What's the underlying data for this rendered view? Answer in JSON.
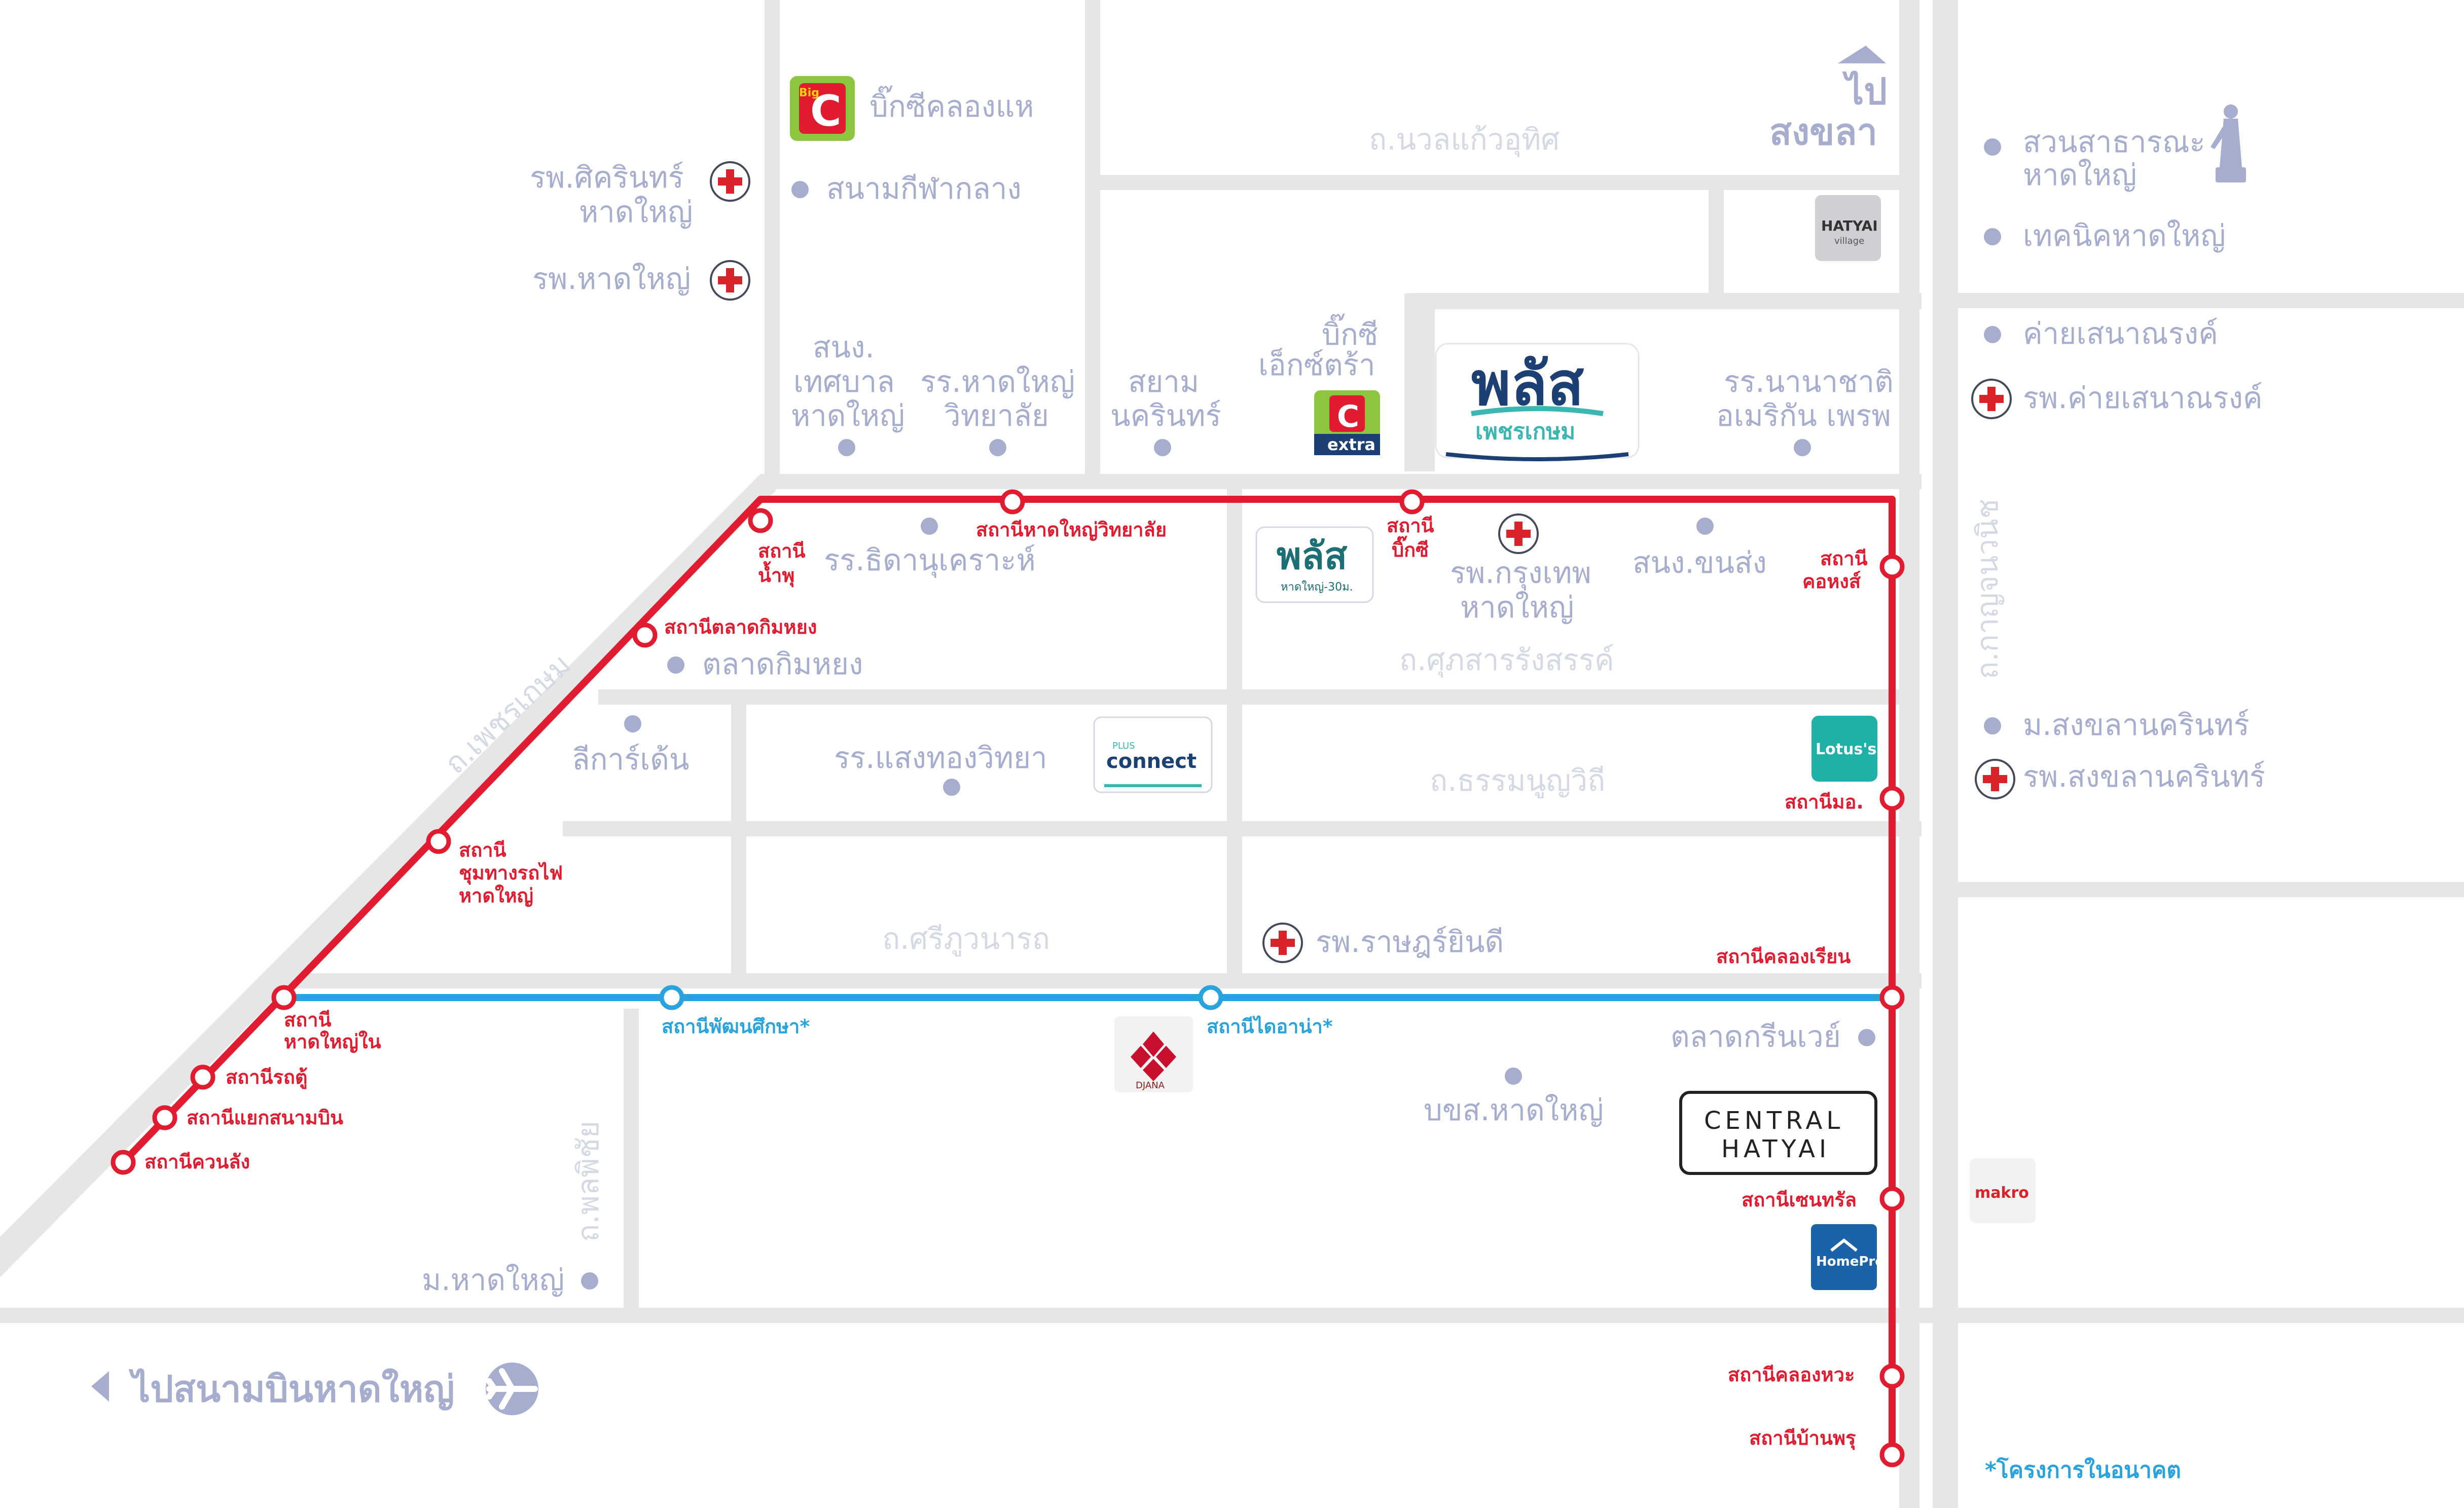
{
  "colors": {
    "road": "#e6e6e7",
    "red_line": "#e11b30",
    "blue_line": "#28a3dd",
    "place_text": "#a7adce",
    "road_text": "#d5d9e4",
    "plus_navy": "#1c3f74",
    "plus_teal": "#3bb6b0"
  },
  "icons": {
    "poi": "dot",
    "hospital": "hospital-cross-icon",
    "airport": "airplane-icon",
    "up": "arrow-up-icon",
    "left": "arrow-left-icon",
    "statue": "statue-icon"
  },
  "roads": {
    "nawal": "ถ.นวลแก้วอุทิศ",
    "phetkasem": "ถ.เพชรเกษม",
    "kanjanavanit": "ถ.กาญจนวนิช",
    "suksaran": "ถ.ศุภสารรังสรรค์",
    "thammanoon": "ถ.ธรรมนูญวิถี",
    "sriphuwanat": "ถ.ศรีภูวนารถ",
    "phonphichai": "ถ.พลพิชัย"
  },
  "directions": {
    "songkhla_line1": "ไป",
    "songkhla_line2": "สงขลา",
    "airport": "ไปสนามบินหาดใหญ่"
  },
  "places": {
    "bigc_khlonghae": "บิ๊กซีคลองแห",
    "stadium": "สนามกีฬากลาง",
    "sikarin_1": "รพ.ศิครินทร์",
    "sikarin_2": "หาดใหญ่",
    "hatyai_hosp": "รพ.หาดใหญ่",
    "municipal_1": "สนง.",
    "municipal_2": "เทศบาล",
    "municipal_3": "หาดใหญ่",
    "hatyai_wit_1": "รร.หาดใหญ่",
    "hatyai_wit_2": "วิทยาลัย",
    "siam_1": "สยาม",
    "siam_2": "นครินทร์",
    "bigc_extra_1": "บิ๊กซี",
    "bigc_extra_2": "เอ็กซ์ตร้า",
    "intl_school_1": "รร.นานาชาติ",
    "intl_school_2": "อเมริกัน เพรพ",
    "public_park_1": "สวนสาธารณะ",
    "public_park_2": "หาดใหญ่",
    "tech_college": "เทคนิคหาดใหญ่",
    "camp": "ค่ายเสนาณรงค์",
    "camp_hosp": "รพ.ค่ายเสนาณรงค์",
    "thidanu": "รร.ธิดานุเคราะห์",
    "bangkok_hosp_1": "รพ.กรุงเทพ",
    "bangkok_hosp_2": "หาดใหญ่",
    "transport_office": "สนง.ขนส่ง",
    "kimyong": "ตลาดกิมหยง",
    "lee_garden": "ลีการ์เด้น",
    "saengthong": "รร.แสงทองวิทยา",
    "psu": "ม.สงขลานครินทร์",
    "psu_hosp": "รพ.สงขลานครินทร์",
    "rajyindee_hosp": "รพ.ราษฎร์ยินดี",
    "greenway": "ตลาดกรีนเวย์",
    "bus_terminal": "บขส.หาดใหญ่",
    "hatyai_univ": "ม.หาดใหญ่"
  },
  "stations_red": {
    "nam_phu_1": "สถานี",
    "nam_phu_2": "น้ำพุ",
    "hatyai_wit": "สถานีหาดใหญ่วิทยาลัย",
    "bigc_1": "สถานี",
    "bigc_2": "บิ๊กซี",
    "kho_hong_1": "สถานี",
    "kho_hong_2": "คอหงส์",
    "kimyong": "สถานีตลาดกิมหยง",
    "mo": "สถานีมอ.",
    "junction_1": "สถานี",
    "junction_2": "ชุมทางรถไฟ",
    "junction_3": "หาดใหญ่",
    "khlong_rian": "สถานีคลองเรียน",
    "hatyai_nai_1": "สถานี",
    "hatyai_nai_2": "หาดใหญ่ใน",
    "rot_tu": "สถานีรถตู้",
    "yaek_airport": "สถานีแยกสนามบิน",
    "khuan_lang": "สถานีควนลัง",
    "central": "สถานีเซนทรัล",
    "khlong_wa": "สถานีคลองหวะ",
    "ban_phru": "สถานีบ้านพรุ"
  },
  "stations_blue": {
    "phatthana_suksa": "สถานีพัฒนศึกษา*",
    "diana": "สถานีไดอาน่า*"
  },
  "logos": {
    "bigc_small": "Big",
    "bigc_letter": "C",
    "bigc_extra": "extra",
    "hatyai_village_1": "HATYAI",
    "hatyai_village_2": "village",
    "plus_main": "พลัส",
    "plus_main_sub": "เพชรเกษม",
    "plus_30": "พลัส",
    "plus_30_sub": "หาดใหญ่-30ม.",
    "plus_connect_top": "PLUS",
    "plus_connect": "connect",
    "lotus": "Lotus's",
    "diana": "DJANA",
    "central_1": "CENTRAL",
    "central_2": "HATYAI",
    "homepro": "HomePro",
    "makro": "makro"
  },
  "footnote": "*โครงการในอนาคต"
}
